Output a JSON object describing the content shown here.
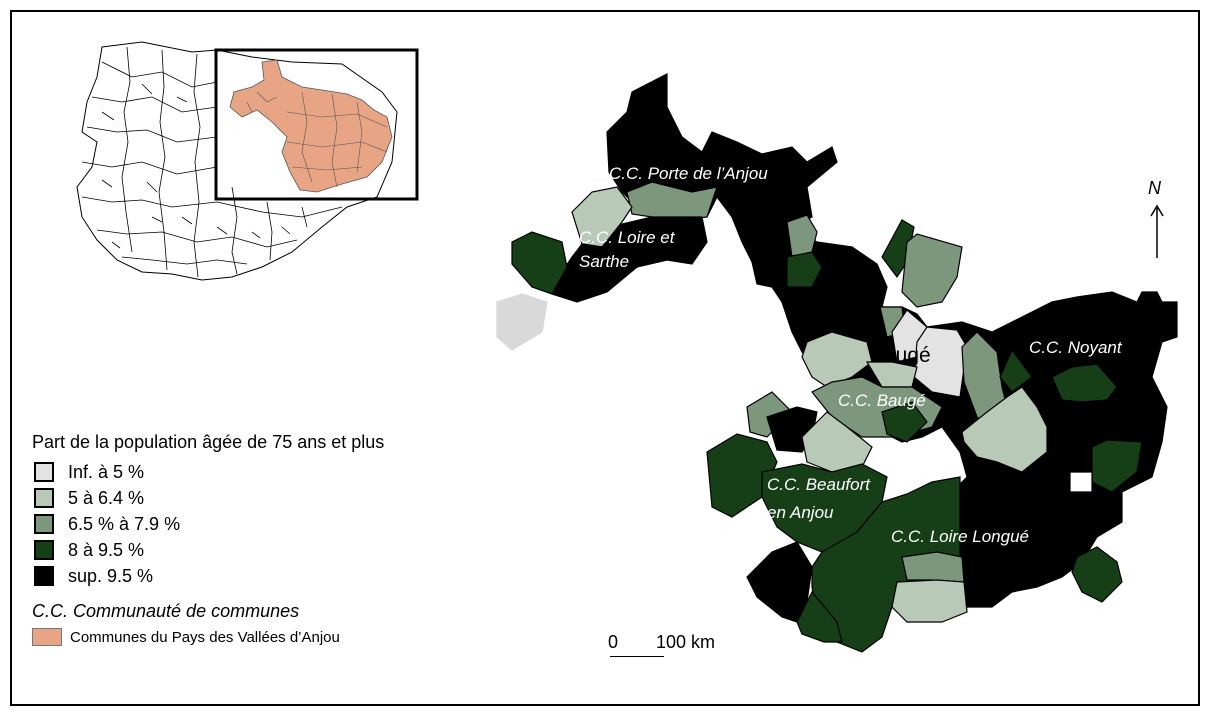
{
  "legend": {
    "title": "Part de la population âgée de 75 ans et plus",
    "classes": [
      {
        "label": "Inf. à 5 %",
        "color": "#e3e3e3"
      },
      {
        "label": "5 à 6.4 %",
        "color": "#b8c9b8"
      },
      {
        "label": "6.5 % à 7.9 %",
        "color": "#7d977d"
      },
      {
        "label": "8 à 9.5 %",
        "color": "#173f17"
      },
      {
        "label": "sup. 9.5 %",
        "color": "#000000"
      }
    ],
    "cc_definition": "C.C. Communauté de communes",
    "pays_label": "Communes du Pays  des Vallées d’Anjou",
    "pays_color": "#e8a585"
  },
  "map_labels": {
    "porte_anjou": "C.C. Porte de  l’Anjou",
    "loire_sarthe_1": "C.C. Loire et",
    "loire_sarthe_2": "Sarthe",
    "noyant": "C.C. Noyant",
    "bauge_cc": "C.C. Baugé",
    "beaufort_1": "C.C. Beaufort",
    "beaufort_2": "en Anjou",
    "loire_longue": "C.C. Loire Longué",
    "bauge_town": "Baugé"
  },
  "scale": {
    "zero": "0",
    "distance": "100 km"
  },
  "north": {
    "label": "N"
  }
}
